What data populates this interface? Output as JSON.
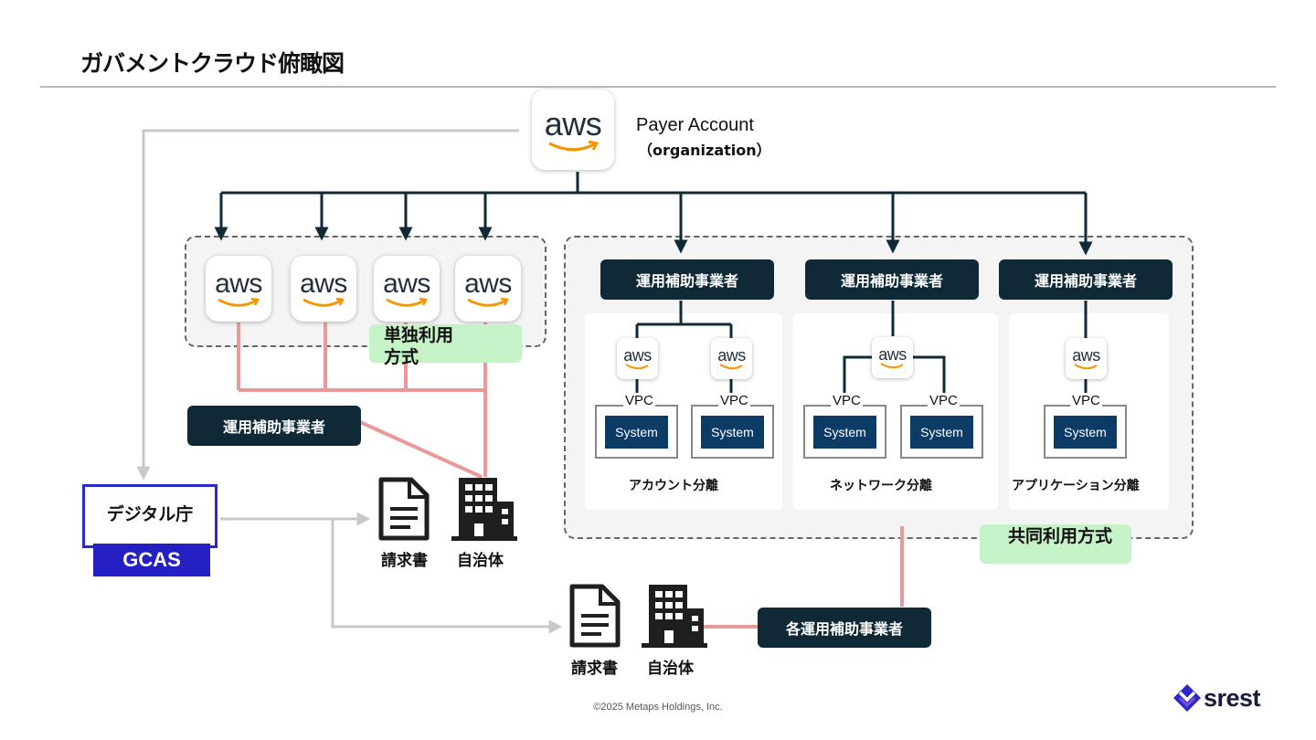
{
  "title": "ガバメントクラウド俯瞰図",
  "payer": {
    "logo_text": "aws",
    "title": "Payer Account",
    "subtitle": "（organization）"
  },
  "individual": {
    "logos": [
      "aws",
      "aws",
      "aws",
      "aws"
    ],
    "label": "単独利用方式",
    "operator": "運用補助事業者"
  },
  "shared": {
    "label": "共同利用方式",
    "operator_all": "各運用補助事業者",
    "groups": [
      {
        "operator": "運用補助事業者",
        "logos": [
          "aws",
          "aws"
        ],
        "vpcs": [
          {
            "vpc": "VPC",
            "system": "System"
          },
          {
            "vpc": "VPC",
            "system": "System"
          }
        ],
        "caption": "アカウント分離"
      },
      {
        "operator": "運用補助事業者",
        "logos": [
          "aws"
        ],
        "vpcs": [
          {
            "vpc": "VPC",
            "system": "System"
          },
          {
            "vpc": "VPC",
            "system": "System"
          }
        ],
        "caption": "ネットワーク分離"
      },
      {
        "operator": "運用補助事業者",
        "logos": [
          "aws"
        ],
        "vpcs": [
          {
            "vpc": "VPC",
            "system": "System"
          }
        ],
        "caption": "アプリケーション分離"
      }
    ]
  },
  "digital_agency": {
    "name": "デジタル庁",
    "badge": "GCAS"
  },
  "billing": {
    "invoice_label": "請求書",
    "municipality_label": "自治体",
    "invoice_label_2": "請求書",
    "municipality_label_2": "自治体"
  },
  "footer": {
    "copyright": "©2025 Metaps Holdings, Inc.",
    "brand": "srest"
  },
  "colors": {
    "dark": "#0f2a36",
    "system": "#0c3b66",
    "accent_pink": "#e8999a",
    "gcas_blue": "#2420c4",
    "green": "#c6f2c8",
    "aws_orange": "#f79400"
  },
  "icons": [
    "document-icon",
    "building-icon",
    "srest-logo-icon"
  ]
}
